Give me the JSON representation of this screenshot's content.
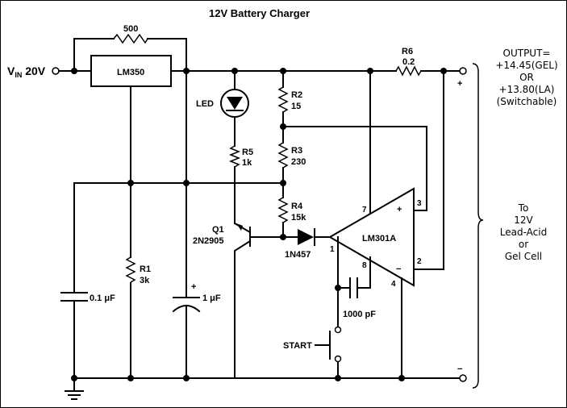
{
  "title": "12V Battery Charger",
  "vin": {
    "main": "V",
    "sub": "IN",
    "value": "20V"
  },
  "regulator": {
    "label": "LM350"
  },
  "r_top": {
    "value": "500"
  },
  "r6": {
    "name": "R6",
    "value": "0.2"
  },
  "r2": {
    "name": "R2",
    "value": "15"
  },
  "r3": {
    "name": "R3",
    "value": "230"
  },
  "r4": {
    "name": "R4",
    "value": "15k"
  },
  "r5": {
    "name": "R5",
    "value": "1k"
  },
  "r1": {
    "name": "R1",
    "value": "3k"
  },
  "led": {
    "label": "LED"
  },
  "q1": {
    "name": "Q1",
    "part": "2N2905"
  },
  "diode": {
    "part": "1N457"
  },
  "opamp": {
    "label": "LM301A",
    "pins": {
      "p1": "1",
      "p2": "2",
      "p3": "3",
      "p4": "4",
      "p7": "7",
      "p8": "8"
    }
  },
  "c1": {
    "value": "0.1 μF"
  },
  "c2": {
    "value": "1 μF",
    "polarity": "+"
  },
  "c3": {
    "value": "1000 pF"
  },
  "start": {
    "label": "START"
  },
  "terminals": {
    "plus": "+",
    "minus": "−"
  },
  "opamp_signs": {
    "plus": "+",
    "minus": "−"
  },
  "output_text": [
    "OUTPUT=",
    "+14.45(GEL)",
    "OR",
    "+13.80(LA)",
    "(Switchable)"
  ],
  "battery_text": [
    "To",
    "12V",
    "Lead-Acid",
    "or",
    "Gel Cell"
  ]
}
